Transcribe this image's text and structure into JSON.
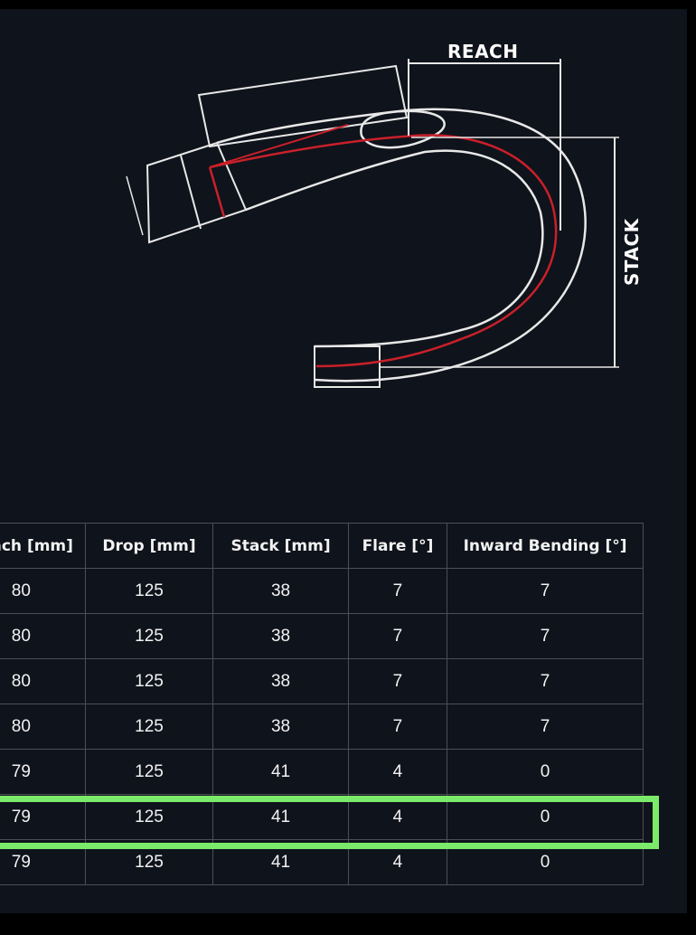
{
  "diagram": {
    "reach_label": "REACH",
    "stack_label": "STACK"
  },
  "table": {
    "columns": [
      "Reach [mm]",
      "Drop [mm]",
      "Stack [mm]",
      "Flare [°]",
      "Inward Bending [°]"
    ],
    "rows": [
      [
        "80",
        "125",
        "38",
        "7",
        "7"
      ],
      [
        "80",
        "125",
        "38",
        "7",
        "7"
      ],
      [
        "80",
        "125",
        "38",
        "7",
        "7"
      ],
      [
        "80",
        "125",
        "38",
        "7",
        "7"
      ],
      [
        "79",
        "125",
        "41",
        "4",
        "0"
      ],
      [
        "79",
        "125",
        "41",
        "4",
        "0"
      ],
      [
        "79",
        "125",
        "41",
        "4",
        "0"
      ]
    ],
    "highlighted_row": 5
  },
  "colors": {
    "background": "#0f131b",
    "highlight": "#7bea6a",
    "routing_line": "#c9202a",
    "outline": "#e8e8e8"
  }
}
